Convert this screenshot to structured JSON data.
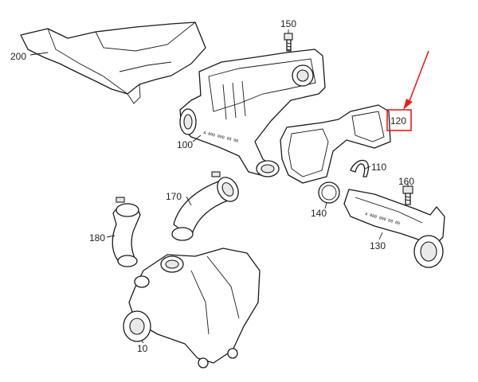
{
  "diagram": {
    "parts": [
      {
        "id": "200",
        "label": "200"
      },
      {
        "id": "150",
        "label": "150"
      },
      {
        "id": "120",
        "label": "120",
        "highlighted": true
      },
      {
        "id": "100",
        "label": "100"
      },
      {
        "id": "110",
        "label": "110"
      },
      {
        "id": "160",
        "label": "160"
      },
      {
        "id": "170",
        "label": "170"
      },
      {
        "id": "140",
        "label": "140"
      },
      {
        "id": "130",
        "label": "130"
      },
      {
        "id": "180",
        "label": "180"
      },
      {
        "id": "10",
        "label": "10"
      }
    ],
    "engravings": {
      "housing": "A 000 000 00 00",
      "pipe": "A 000 000 00 00"
    },
    "highlight_color": "#e02020"
  }
}
